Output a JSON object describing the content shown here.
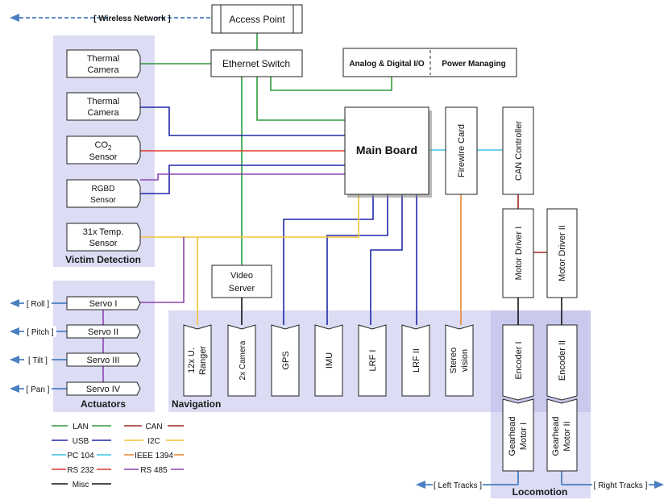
{
  "colors": {
    "LAN": "#2e9a3a",
    "USB": "#1f28a8",
    "PC104": "#3ec3e4",
    "RS232": "#e03a2e",
    "Misc": "#111111",
    "CAN": "#9a2a22",
    "I2C": "#f2c23a",
    "IEEE1394": "#e8862e",
    "RS485": "#8e45b0",
    "group_fill": "#dcdcf4",
    "arrow": "#4a7fc0"
  },
  "network": {
    "wireless": "[ Wireless Network ]",
    "access_point": "Access Point",
    "ethernet_switch": "Ethernet Switch",
    "analog_io": "Analog & Digital I/O",
    "power_managing": "Power Managing"
  },
  "core": {
    "main_board": "Main Board",
    "firewire_card": "Firewire Card",
    "can_controller": "CAN Controller",
    "video_server_line1": "Video",
    "video_server_line2": "Server"
  },
  "victim": {
    "label": "Victim Detection",
    "thermal1_l1": "Thermal",
    "thermal1_l2": "Camera",
    "thermal2_l1": "Thermal",
    "thermal2_l2": "Camera",
    "co2_l1": "CO",
    "co2_sub": "2",
    "co2_l2": "Sensor",
    "rgbd_l1": "RGBD",
    "rgbd_l2": "Sensor",
    "temp_l1": "31x Temp.",
    "temp_l2": "Sensor"
  },
  "actuators": {
    "label": "Actuators",
    "servo1": "Servo I",
    "servo2": "Servo II",
    "servo3": "Servo III",
    "servo4": "Servo IV",
    "roll": "[ Roll ]",
    "pitch": "[ Pitch ]",
    "tilt": "[ Tilt ]",
    "pan": "[ Pan ]"
  },
  "navigation": {
    "label": "Navigation",
    "ranger_l1": "12x U.",
    "ranger_l2": "Ranger",
    "camera": "2x Camera",
    "gps": "GPS",
    "imu": "IMU",
    "lrf1": "LRF I",
    "lrf2": "LRF II",
    "stereo_l1": "Stereo",
    "stereo_l2": "vision"
  },
  "locomotion": {
    "label": "Locomotion",
    "motor_driver1": "Motor Driver  I",
    "motor_driver2": "Motor Driver  II",
    "encoder1": "Encoder I",
    "encoder2": "Encoder II",
    "gearhead1_l1": "Gearhead",
    "gearhead1_l2": "Motor I",
    "gearhead2_l1": "Gearhead",
    "gearhead2_l2": "Motor II",
    "left_tracks": "[ Left Tracks ]",
    "right_tracks": "[ Right Tracks ]"
  },
  "legend": {
    "lan": "LAN",
    "usb": "USB",
    "pc104": "PC 104",
    "rs232": "RS 232",
    "misc": "Misc",
    "can": "CAN",
    "i2c": "I2C",
    "ieee1394": "IEEE 1394",
    "rs485": "RS 485"
  }
}
